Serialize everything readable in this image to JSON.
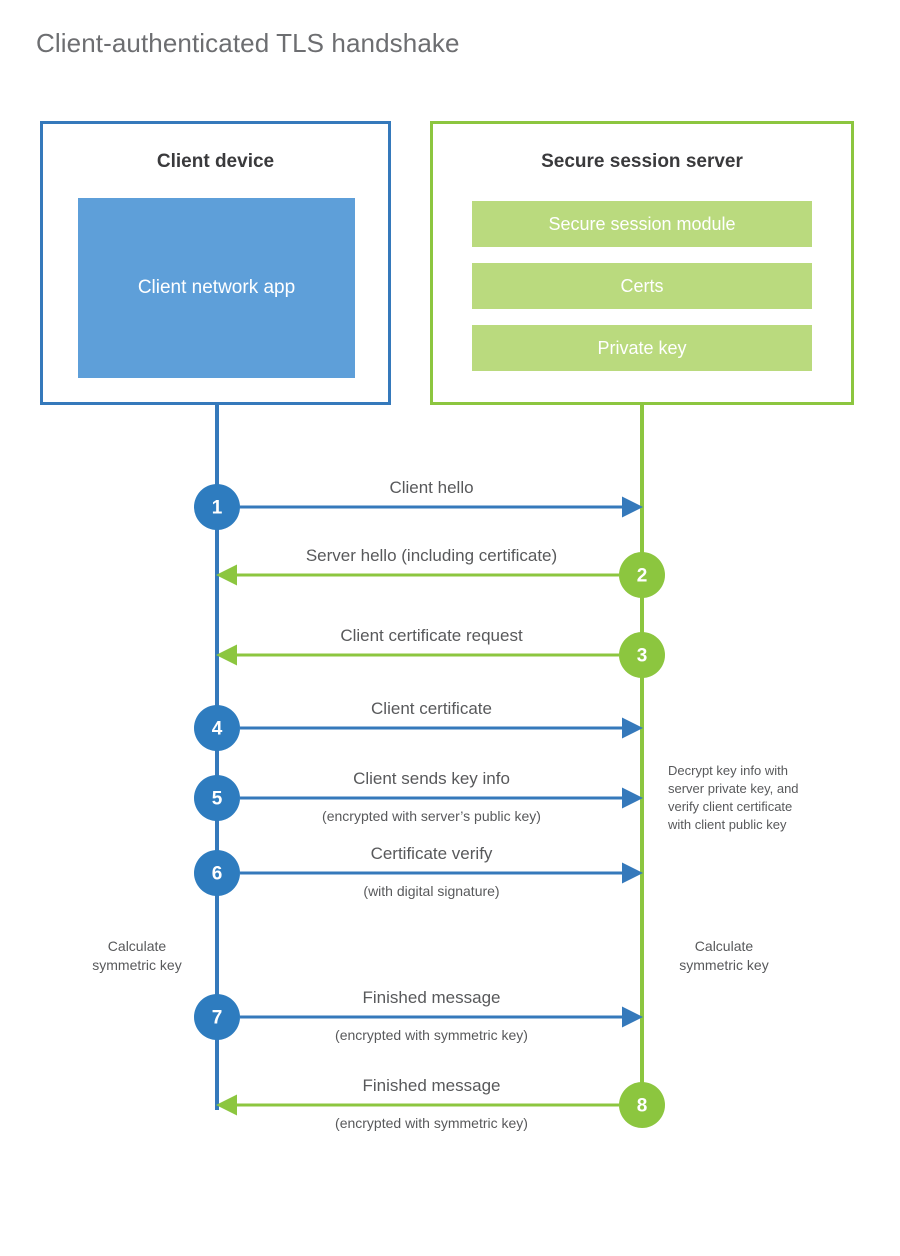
{
  "title": "Client-authenticated TLS handshake",
  "colors": {
    "client_border": "#3579bb",
    "client_fill": "#5e9fd9",
    "server_border": "#8cc63f",
    "server_fill": "#bada7e",
    "step_blue": "#2e7cbf",
    "step_green": "#8cc63f",
    "text": "#58595b",
    "title": "#6d6e71"
  },
  "client": {
    "title": "Client device",
    "app_label": "Client network\napp"
  },
  "server": {
    "title": "Secure session server",
    "modules": [
      {
        "label": "Secure session module"
      },
      {
        "label": "Certs"
      },
      {
        "label": "Private key"
      }
    ]
  },
  "notes": {
    "server_decrypt": "Decrypt key info with\nserver private key, and\nverify client certificate\nwith client public key",
    "client_calc": "Calculate\nsymmetric key",
    "server_calc": "Calculate\nsymmetric key"
  },
  "chart_data": {
    "type": "sequence-diagram",
    "actors": [
      "Client device",
      "Secure session server"
    ],
    "steps": [
      {
        "number": "1",
        "label": "Client hello",
        "sub": "",
        "direction": "client-to-server",
        "color": "blue"
      },
      {
        "number": "2",
        "label": "Server hello (including certificate)",
        "sub": "",
        "direction": "server-to-client",
        "color": "green"
      },
      {
        "number": "3",
        "label": "Client certificate request",
        "sub": "",
        "direction": "server-to-client",
        "color": "green"
      },
      {
        "number": "4",
        "label": "Client certificate",
        "sub": "",
        "direction": "client-to-server",
        "color": "blue"
      },
      {
        "number": "5",
        "label": "Client sends key info",
        "sub": "(encrypted with server’s public key)",
        "direction": "client-to-server",
        "color": "blue"
      },
      {
        "number": "6",
        "label": "Certificate verify",
        "sub": "(with digital signature)",
        "direction": "client-to-server",
        "color": "blue"
      },
      {
        "number": "7",
        "label": "Finished message",
        "sub": "(encrypted with symmetric key)",
        "direction": "client-to-server",
        "color": "blue"
      },
      {
        "number": "8",
        "label": "Finished message",
        "sub": "(encrypted with symmetric key)",
        "direction": "server-to-client",
        "color": "green"
      }
    ]
  }
}
